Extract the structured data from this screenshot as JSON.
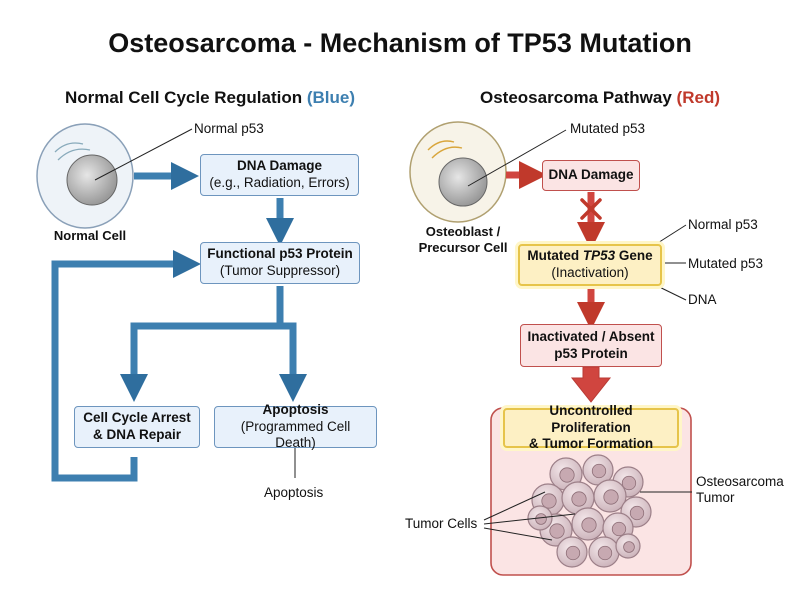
{
  "title": "Osteosarcoma - Mechanism of TP53 Mutation",
  "left": {
    "heading": "Normal Cell Cycle Regulation",
    "heading_tag": "(Blue)",
    "cell_caption": "Normal Cell",
    "normal_p53_label": "Normal p53",
    "dna_damage": {
      "line1": "DNA Damage",
      "line2": "(e.g., Radiation, Errors)"
    },
    "functional_p53": {
      "line1": "Functional p53 Protein",
      "line2": "(Tumor Suppressor)"
    },
    "arrest": {
      "line1": "Cell Cycle Arrest",
      "line2": "& DNA Repair"
    },
    "apoptosis": {
      "line1": "Apoptosis",
      "line2": "(Programmed Cell Death)"
    },
    "apoptosis_label": "Apoptosis"
  },
  "right": {
    "heading": "Osteosarcoma Pathway",
    "heading_tag": "(Red)",
    "cell_caption_1": "Osteoblast /",
    "cell_caption_2": "Precursor Cell",
    "mutated_p53_top": "Mutated p53",
    "dna_damage": "DNA Damage",
    "mutated_gene": {
      "prefix": "Mutated ",
      "gene": "TP53",
      "suffix": " Gene",
      "line2": "(Inactivation)"
    },
    "normal_p53_label": "Normal p53",
    "mutated_p53_label": "Mutated p53",
    "dna_label": "DNA",
    "inactivated": {
      "line1": "Inactivated / Absent",
      "line2": "p53 Protein"
    },
    "proliferation": {
      "line1": "Uncontrolled Proliferation",
      "line2": "& Tumor Formation"
    },
    "tumor_cells_label": "Tumor Cells",
    "osteosarcoma_tumor_1": "Osteosarcoma",
    "osteosarcoma_tumor_2": "Tumor"
  },
  "colors": {
    "blue_arrow": "#3d7fb0",
    "red_arrow": "#d0453f",
    "blue_box": "#e8f1fb",
    "red_box": "#fbe4e4",
    "highlight": "#fdf0c4"
  }
}
